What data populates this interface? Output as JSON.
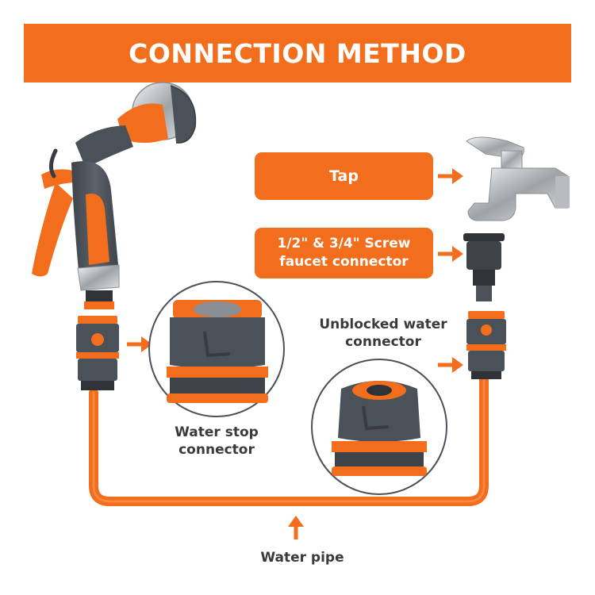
{
  "banner": {
    "title": "CONNECTION METHOD"
  },
  "labels": {
    "tap": "Tap",
    "screw_line1": "1/2\" & 3/4\" Screw",
    "screw_line2": "faucet connector",
    "unblocked_line1": "Unblocked water",
    "unblocked_line2": "connector",
    "water_stop_line1": "Water stop",
    "water_stop_line2": "connector",
    "water_pipe": "Water pipe"
  },
  "colors": {
    "accent": "#f26d1c",
    "dark_grey": "#4b5159",
    "chrome": "#c9ccd0",
    "text": "#3a3a3a"
  },
  "icons": [
    "spray-gun-icon",
    "tap-icon",
    "screw-connector-icon",
    "water-stop-connector-icon",
    "unblocked-connector-icon",
    "arrow-icon"
  ]
}
